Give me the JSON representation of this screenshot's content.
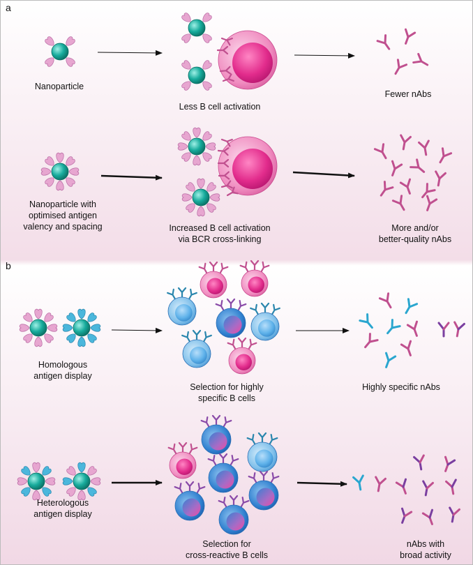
{
  "panel_a": {
    "label": "a",
    "row1": {
      "input": "Nanoparticle",
      "process": "Less B cell activation",
      "output": "Fewer nAbs"
    },
    "row2": {
      "input": "Nanoparticle with\noptimised antigen\nvalency and spacing",
      "process": "Increased B cell activation\nvia BCR cross-linking",
      "output": "More and/or\nbetter-quality nAbs"
    }
  },
  "panel_b": {
    "label": "b",
    "row1": {
      "input": "Homologous\nantigen display",
      "process": "Selection for highly\nspecific B cells",
      "output": "Highly specific nAbs"
    },
    "row2": {
      "input": "Heterologous\nantigen display",
      "process": "Selection for\ncross-reactive B cells",
      "output": "nAbs with\nbroad activity"
    }
  },
  "colors": {
    "pink_antigen": "#e7a6d0",
    "blue_antigen": "#4bb7dc",
    "teal_core": "#14a89a",
    "pink_cell": "#e8409a",
    "blue_cell": "#3b8fd6",
    "antibody_pink": "#c0508f",
    "antibody_blue": "#2aa6cf",
    "antibody_purple": "#7a3fa0"
  }
}
